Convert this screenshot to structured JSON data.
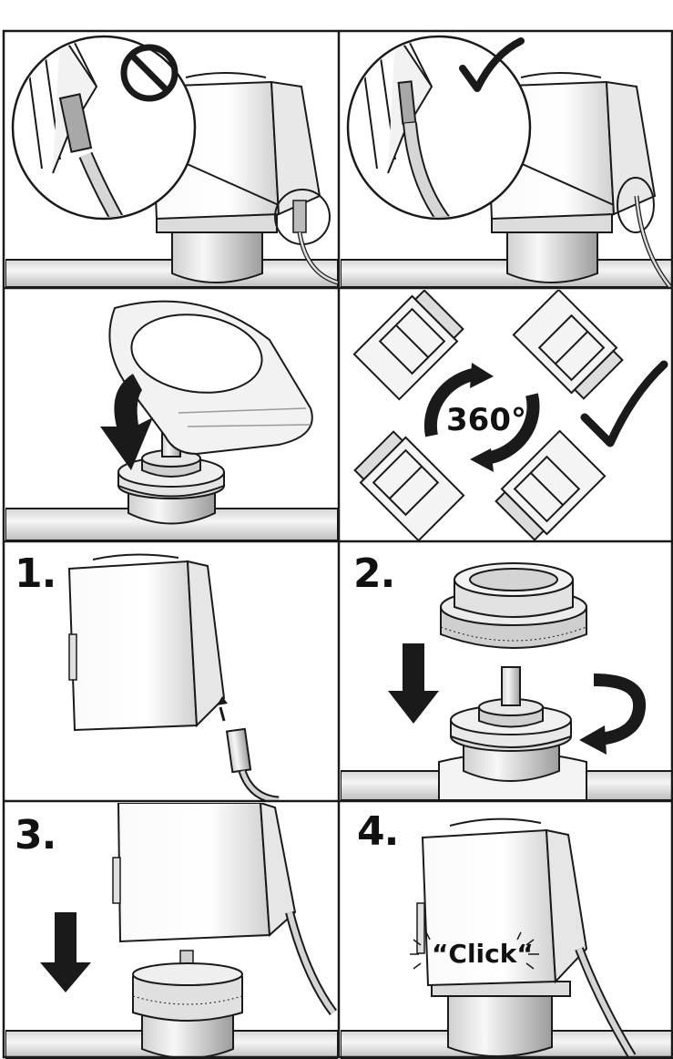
{
  "steps": {
    "step1": "1.",
    "step2": "2.",
    "step3": "3.",
    "step4": "4."
  },
  "labels": {
    "rotation": "360°",
    "click": "“Click“"
  },
  "icons": {
    "wrong": "prohibited-icon",
    "right": "checkmark-icon"
  },
  "colors": {
    "outline": "#1a1a1a",
    "body_fill": "#f4f4f4",
    "shade": "#d9d9d9",
    "pipe": "#e6e6e6"
  }
}
